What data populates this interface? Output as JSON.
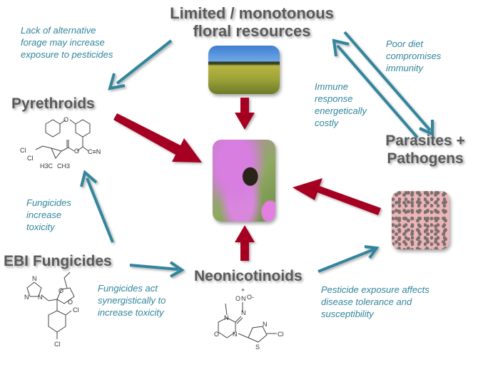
{
  "nodes": {
    "floral": {
      "title_line1": "Limited / monotonous",
      "title_line2": "floral resources",
      "image": "wheat-field-photo"
    },
    "pyrethroids": {
      "title": "Pyrethroids",
      "structure": "pyrethroid-molecule"
    },
    "parasites": {
      "title_line1": "Parasites +",
      "title_line2": "Pathogens",
      "image": "microscope-cells-photo"
    },
    "ebi": {
      "title": "EBI Fungicides",
      "structure": "ebi-fungicide-molecule"
    },
    "neonics": {
      "title": "Neonicotinoids",
      "structure": "thiamethoxam-molecule"
    },
    "bee": {
      "image": "bumblebee-on-flower-photo"
    }
  },
  "notes": {
    "forage": "Lack of alternative\nforage may increase\nexposure to pesticides",
    "poor_diet": "Poor diet\ncompromises\nimmunity",
    "immune": "Immune\nresponse\nenergetically\ncostly",
    "fung_tox": "Fungicides\nincrease\ntoxicity",
    "synergy": "Fungicides act\nsynergistically to\nincrease toxicity",
    "pesticide_exposure": "Pesticide exposure affects\ndisease tolerance and\nsusceptibility"
  },
  "chem_labels": {
    "cl": "Cl",
    "o": "O",
    "n": "N",
    "s": "S",
    "h3c": "H3C",
    "ch3": "CH3",
    "cn": "C≡N",
    "nplus": "+",
    "ominus": "O-"
  },
  "colors": {
    "teal_arrow": "#31859c",
    "red_arrow": "#a50021",
    "title_gray": "#5a5a5a",
    "note_teal": "#31859c"
  }
}
